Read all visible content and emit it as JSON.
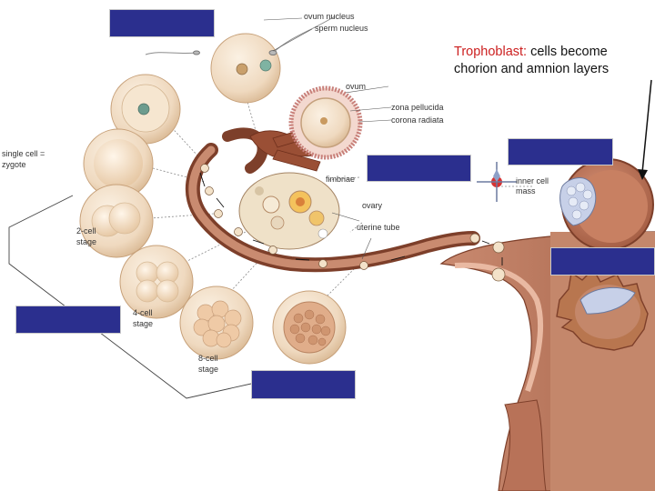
{
  "labels": {
    "ovum_nucleus": "ovum nucleus",
    "sperm_nucleus": "sperm nucleus",
    "ovum": "ovum",
    "zona_pellucida": "zona pellucida",
    "corona_radiata": "corona radiata",
    "single_cell_line1": "single cell =",
    "single_cell_line2": "zygote",
    "fimbriae": "fimbriae",
    "ovary": "ovary",
    "uterine_tube": "uterine tube",
    "two_cell_line1": "2-cell",
    "two_cell_line2": "stage",
    "four_cell_line1": "4-cell",
    "four_cell_line2": "stage",
    "eight_cell_line1": "8-cell",
    "eight_cell_line2": "stage",
    "inner_cell_line1": "inner cell",
    "inner_cell_line2": "mass"
  },
  "callout": {
    "term": "Trophoblast:",
    "line1_rest": " cells become",
    "line2": "chorion and amnion layers"
  },
  "colors": {
    "label_mask": "#2b2f8e",
    "term": "#cc1f1f",
    "tissue": "#b0694d",
    "cell": "#f1dcc4"
  }
}
